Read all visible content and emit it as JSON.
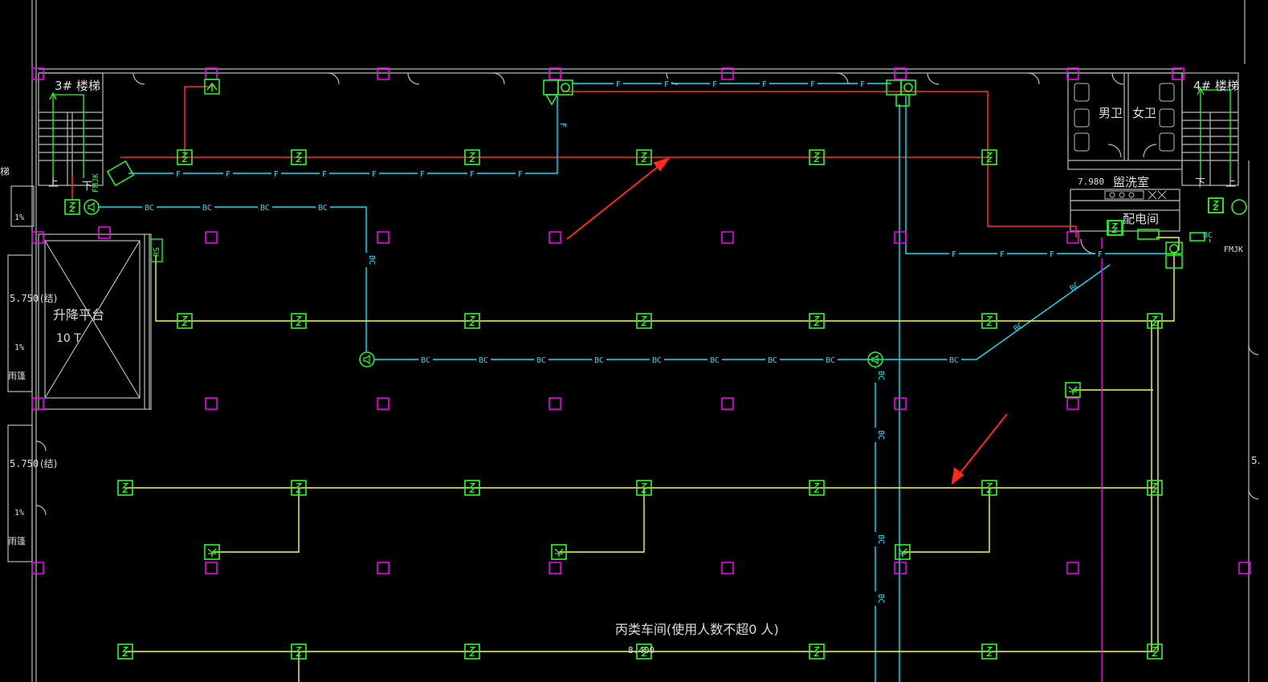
{
  "labels": {
    "stair3": "3# 楼梯",
    "stair4": "4# 楼梯",
    "men_toilet": "男卫",
    "women_toilet": "女卫",
    "washroom": "盥洗室",
    "distribution_room": "配电间",
    "lift_platform": "升降平台",
    "lift_capacity": "10 T",
    "workshop_note": "丙类车间(使用人数不超0 人)",
    "up": "上",
    "down": "下",
    "elev_left_1": "5.750",
    "elev_left_2": "5.750",
    "elev_struct": "(结)",
    "elev_washroom": "7.980",
    "elev_floor": "8.400",
    "slope": "1%",
    "canopy": "雨篷",
    "rs_tag": "RS",
    "fmjk": "FMJK",
    "left_edge": "梯",
    "right_edge": "5."
  },
  "line_codes": {
    "fire": "F",
    "broadcast": "BC"
  },
  "colors": {
    "background": "#000000",
    "fire_line": "#00e5ff",
    "broadcast_line": "#00e5ff",
    "power_line": "#ff2a2a",
    "lighting_line": "#ffff33",
    "device": "#22ff22",
    "column": "#ff00ff",
    "wall": "#c8c8c8",
    "arrow": "#ff2a1a",
    "annotation": "#dddddd"
  },
  "icons": [
    "smoke-detector-icon",
    "speaker-icon",
    "emergency-light-icon",
    "fire-alarm-button-icon",
    "column-icon",
    "red-arrow-icon"
  ]
}
